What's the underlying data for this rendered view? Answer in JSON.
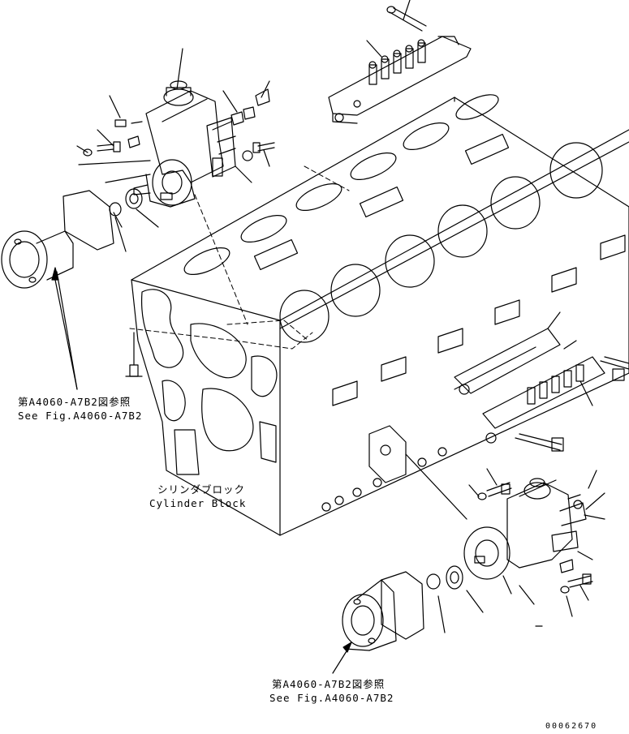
{
  "labels": {
    "ref_top_jp": "第A4060-A7B2図参照",
    "ref_top_en": "See Fig.A4060-A7B2",
    "cylinder_jp": "シリンダブロック",
    "cylinder_en": "Cylinder Block",
    "ref_bottom_jp": "第A4060-A7B2図参照",
    "ref_bottom_en": "See Fig.A4060-A7B2",
    "drawing_number": "00062670"
  },
  "colors": {
    "ink": "#000000",
    "paper": "#ffffff"
  }
}
